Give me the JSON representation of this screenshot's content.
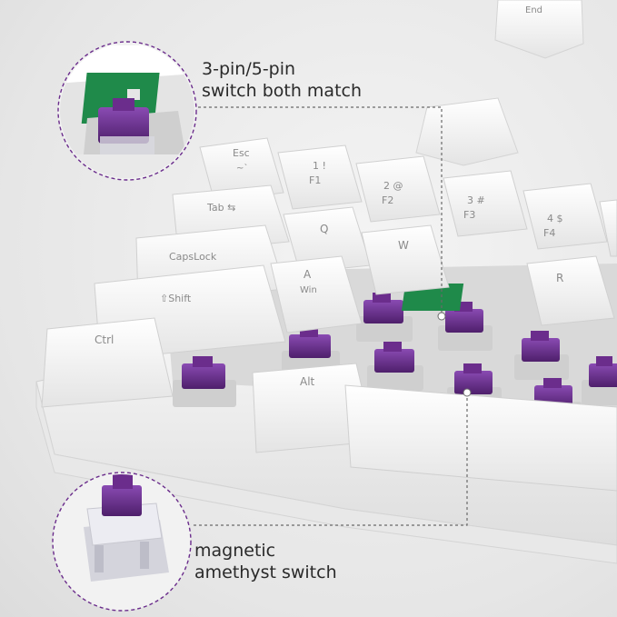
{
  "callouts": {
    "top": {
      "line1": "3-pin/5-pin",
      "line2": "switch both match"
    },
    "bottom": {
      "line1": "magnetic",
      "line2": "amethyst switch"
    }
  },
  "keys": {
    "end": "End",
    "esc": "Esc",
    "esc_sub": "~`",
    "f1_top": "1 !",
    "f1": "F1",
    "f2_top": "2 @",
    "f2": "F2",
    "f3_top": "3 #",
    "f3": "F3",
    "f4_top": "4 $",
    "f4": "F4",
    "tab": "Tab ⇆",
    "q": "Q",
    "w": "W",
    "r": "R",
    "capslock": "CapsLock",
    "a": "A",
    "win": "Win",
    "shift": "⇧Shift",
    "ctrl": "Ctrl",
    "alt": "Alt"
  },
  "colors": {
    "keycap": "#f7f7f7",
    "keycap_shadow": "#d2d2d2",
    "switch_stem": "#6b2d8c",
    "pcb": "#1f8a4a"
  }
}
